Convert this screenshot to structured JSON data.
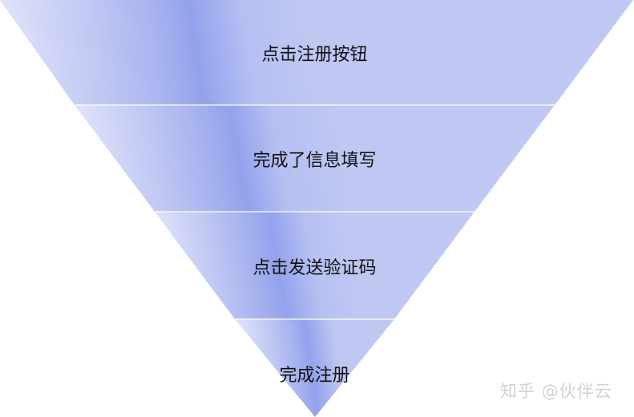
{
  "funnel": {
    "stages": [
      {
        "label": "点击注册按钮"
      },
      {
        "label": "完成了信息填写"
      },
      {
        "label": "点击发送验证码"
      },
      {
        "label": "完成注册"
      }
    ]
  },
  "colors": {
    "light": "#dfe2f9",
    "dark": "#97a5ee",
    "mid": "#bfc8f3",
    "divider": "#ffffff"
  },
  "watermark": "知乎 @伙伴云"
}
